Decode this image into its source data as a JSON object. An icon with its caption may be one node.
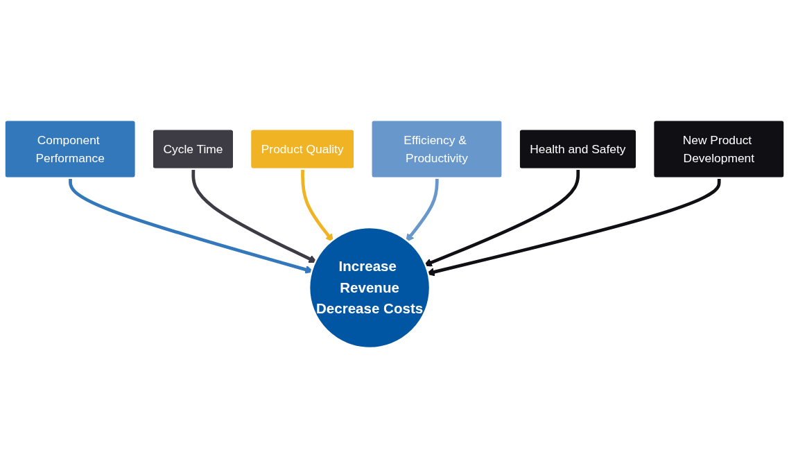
{
  "diagram": {
    "nodes": [
      {
        "text": [
          "Component Performance"
        ]
      },
      {
        "text": [
          "Cycle Time"
        ]
      },
      {
        "text": [
          "Product Quality"
        ]
      },
      {
        "text": [
          "Efficiency & Productivity"
        ]
      },
      {
        "text": [
          "Health and Safety"
        ]
      },
      {
        "text": [
          "Increase Revenue",
          "Decrease Costs"
        ]
      },
      {
        "text": [
          "New Product Development"
        ]
      }
    ],
    "edges": [
      {
        "from": 0,
        "to": 5,
        "arrow": "to",
        "color": "#3478bc"
      },
      {
        "from": 1,
        "to": 5,
        "arrow": "to",
        "color": "#3d3c45"
      },
      {
        "from": 2,
        "to": 5,
        "arrow": "to",
        "color": "#f0b323"
      },
      {
        "from": 3,
        "to": 5,
        "arrow": "to",
        "color": "#6897cb"
      },
      {
        "from": 4,
        "to": 5,
        "arrow": "to",
        "color": "#0f0f14"
      },
      {
        "from": 6,
        "to": 5,
        "arrow": "to",
        "color": "#0f0f14"
      }
    ]
  }
}
